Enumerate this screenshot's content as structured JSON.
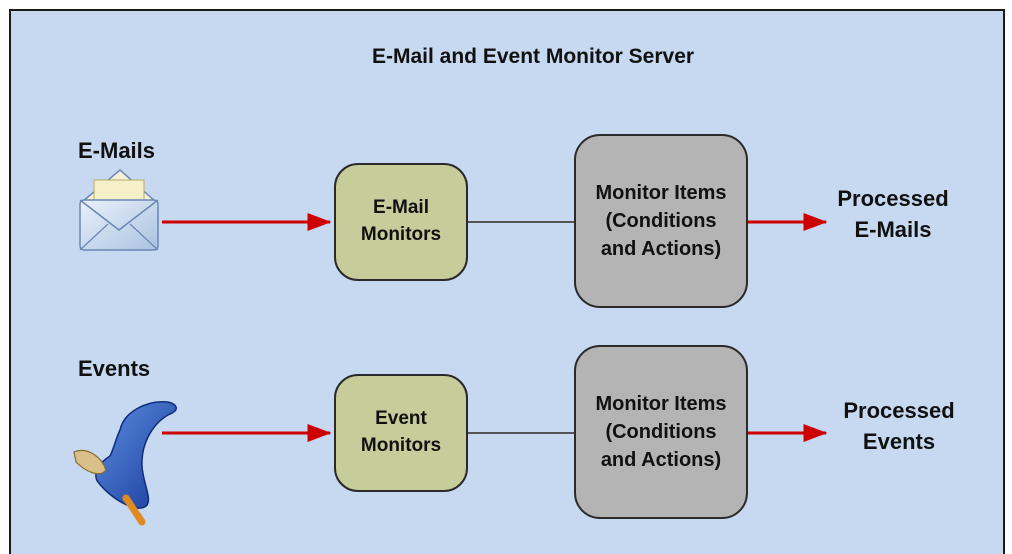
{
  "diagram": {
    "title": "E-Mail and Event Monitor Server",
    "rows": [
      {
        "source_label": "E-Mails",
        "source_icon": "envelope-icon",
        "monitor_label": "E-Mail\nMonitors",
        "items_label": "Monitor Items\n(Conditions\nand Actions)",
        "output_label": "Processed\nE-Mails"
      },
      {
        "source_label": "Events",
        "source_icon": "funnel-icon",
        "monitor_label": "Event\nMonitors",
        "items_label": "Monitor Items\n(Conditions\nand Actions)",
        "output_label": "Processed\nEvents"
      }
    ]
  },
  "colors": {
    "panel_background": "#c6d9f0",
    "monitor_box": "#c6cc9a",
    "items_box": "#b4b4b4",
    "arrow": "#cc0000",
    "connector": "#555555"
  }
}
